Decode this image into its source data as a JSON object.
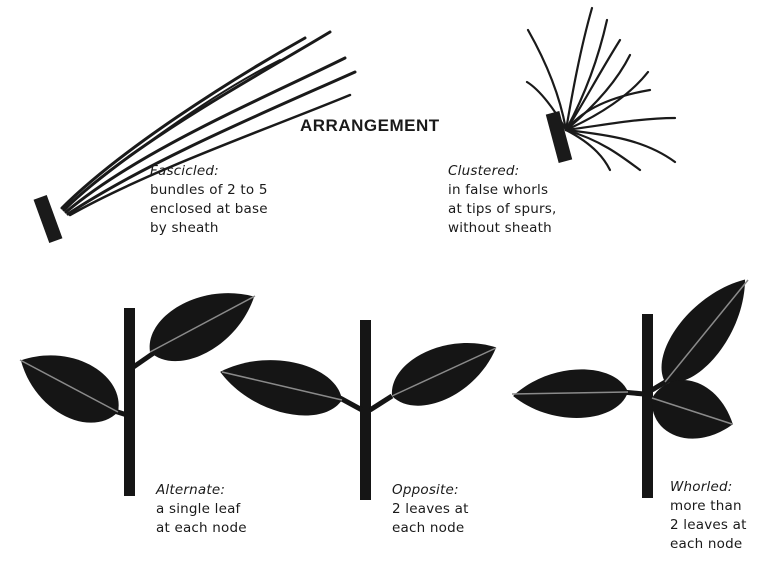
{
  "title": "ARRANGEMENT",
  "arrangements": {
    "fascicled": {
      "term": "Fascicled:",
      "description": "bundles of 2 to 5\nenclosed at base\nby sheath"
    },
    "clustered": {
      "term": "Clustered:",
      "description": "in false whorls\nat tips of spurs,\nwithout sheath"
    },
    "alternate": {
      "term": "Alternate:",
      "description": "a single leaf\nat each node"
    },
    "opposite": {
      "term": "Opposite:",
      "description": "2 leaves at\neach node"
    },
    "whorled": {
      "term": "Whorled:",
      "description": "more than\n2 leaves at\neach node"
    }
  },
  "colors": {
    "ink": "#1a1a1a",
    "leaf": "#151515",
    "vein": "#8a8a8a",
    "paper": "#ffffff"
  }
}
